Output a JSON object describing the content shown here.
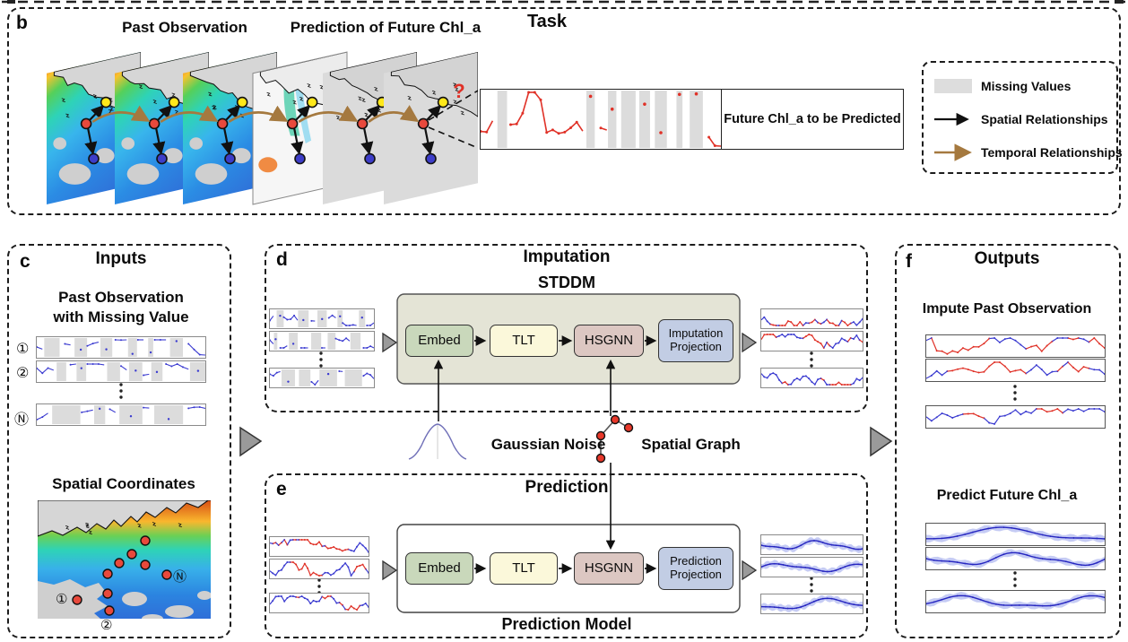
{
  "figure": {
    "panel_b": {
      "tag": "b",
      "title": "Task",
      "past_title": "Past Observation",
      "prediction_title": "Prediction of Future Chl_a",
      "future_box_label": "Future Chl_a to be Predicted",
      "question_mark": "?",
      "legend": {
        "missing": "Missing Values",
        "spatial": "Spatial Relationships",
        "temporal": "Temporal Relationships"
      }
    },
    "panel_c": {
      "tag": "c",
      "title": "Inputs",
      "obs_line1": "Past Observation",
      "obs_line2": "with Missing Value",
      "row_labels": [
        "①",
        "②",
        "Ⓝ"
      ],
      "map_title": "Spatial Coordinates",
      "map_point_labels": [
        "①",
        "②",
        "Ⓝ"
      ]
    },
    "panel_d": {
      "tag": "d",
      "title": "Imputation",
      "model_label": "STDDM",
      "blocks": {
        "embed": "Embed",
        "tlt": "TLT",
        "hsgnn": "HSGNN",
        "projection": "Imputation Projection"
      }
    },
    "middle": {
      "gaussian_label": "Gaussian Noise",
      "graph_label": "Spatial Graph"
    },
    "panel_e": {
      "tag": "e",
      "title": "Prediction",
      "model_caption": "Prediction Model",
      "blocks": {
        "embed": "Embed",
        "tlt": "TLT",
        "hsgnn": "HSGNN",
        "projection": "Prediction Projection"
      }
    },
    "panel_f": {
      "tag": "f",
      "title": "Outputs",
      "impute_title": "Impute Past Observation",
      "predict_title": "Predict Future Chl_a"
    }
  },
  "colors": {
    "temporal_arrow": "#a5793f",
    "spatial_arrow": "#111111",
    "missing_gray": "#dcdcdc",
    "observed_blue": "#3a3ad0",
    "imputed_red": "#e03127",
    "stddm_bg": "#e4e4d6",
    "embed_green": "#c9d8bb",
    "tlt_cream": "#fbf8da",
    "hsgnn_tan": "#dcc7c2",
    "projection_blue": "#c2cde4"
  }
}
